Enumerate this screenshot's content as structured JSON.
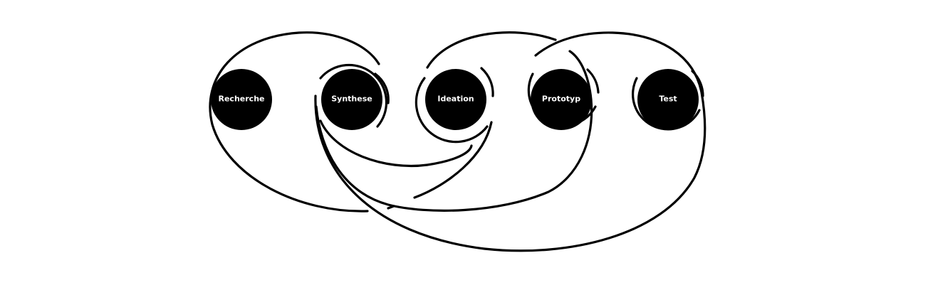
{
  "diagram": {
    "nodes": [
      {
        "id": "recherche",
        "label": "Recherche"
      },
      {
        "id": "synthese",
        "label": "Synthese"
      },
      {
        "id": "ideation",
        "label": "Ideation"
      },
      {
        "id": "prototyp",
        "label": "Prototyp"
      },
      {
        "id": "test",
        "label": "Test"
      }
    ],
    "loops": [
      {
        "from": "synthese",
        "to": "recherche"
      },
      {
        "from": "ideation",
        "to": "synthese"
      },
      {
        "from": "prototyp",
        "to": "synthese"
      },
      {
        "from": "test",
        "to": "synthese"
      }
    ],
    "colors": {
      "stroke": "#000000",
      "node_fill": "#000000",
      "label": "#ffffff",
      "background": "#ffffff"
    }
  }
}
